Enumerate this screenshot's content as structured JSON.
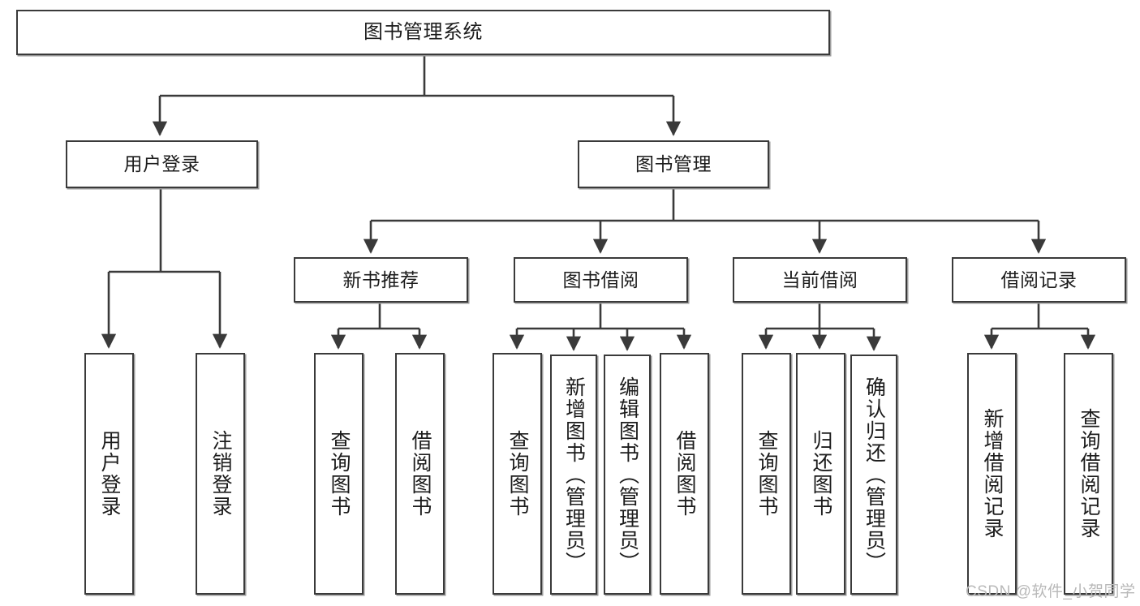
{
  "diagram": {
    "title": "图书管理系统",
    "type": "hierarchy-tree",
    "root": {
      "label": "图书管理系统"
    },
    "level2": [
      {
        "label": "用户登录"
      },
      {
        "label": "图书管理"
      }
    ],
    "level3": [
      {
        "label": "新书推荐"
      },
      {
        "label": "图书借阅"
      },
      {
        "label": "当前借阅"
      },
      {
        "label": "借阅记录"
      }
    ],
    "leaves": {
      "user_login": [
        {
          "label": "用户登录"
        },
        {
          "label": "注销登录"
        }
      ],
      "new_book_recommend": [
        {
          "label": "查询图书"
        },
        {
          "label": "借阅图书"
        }
      ],
      "book_borrow": [
        {
          "label": "查询图书"
        },
        {
          "label": "新增图书（管理员）"
        },
        {
          "label": "编辑图书（管理员）"
        },
        {
          "label": "借阅图书"
        }
      ],
      "current_borrow": [
        {
          "label": "查询图书"
        },
        {
          "label": "归还图书"
        },
        {
          "label": "确认归还（管理员）"
        }
      ],
      "borrow_record": [
        {
          "label": "新增借阅记录"
        },
        {
          "label": "查询借阅记录"
        }
      ]
    }
  },
  "watermark": {
    "text": "CSDN @软件_小贺同学"
  },
  "colors": {
    "stroke": "#3a3a3a",
    "box_fill": "#ffffff",
    "text": "#1c1c1c",
    "shadow": "#9a9a9a",
    "watermark": "#b9b9b9"
  }
}
